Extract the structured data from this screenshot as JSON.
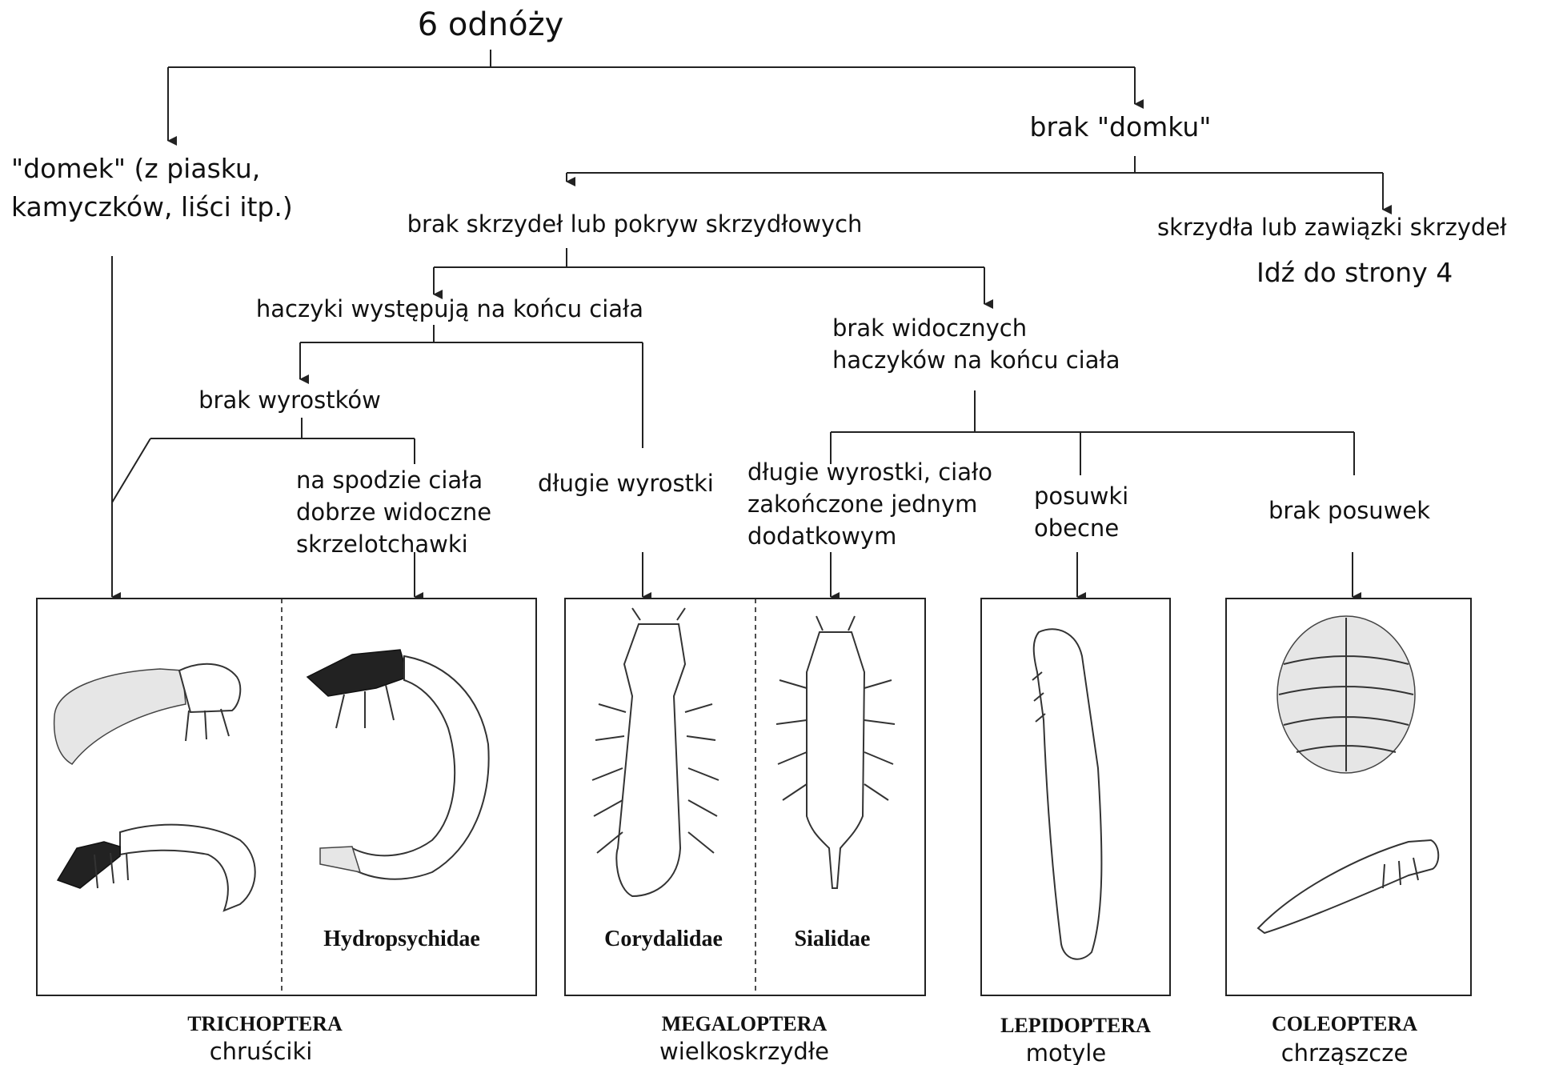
{
  "diagram": {
    "root": "6 odnóży",
    "branch_house": [
      "\"domek\" (z piasku,",
      "kamyczków, liści itp.)"
    ],
    "branch_no_house": "brak \"domku\"",
    "no_wings": "brak skrzydeł lub pokryw skrzydłowych",
    "wings": "skrzydła lub zawiązki skrzydeł",
    "go_to_page": "Idź do strony 4",
    "hooks_present": "haczyki występują na końcu ciała",
    "hooks_absent": [
      "brak widocznych",
      "haczyków na końcu ciała"
    ],
    "no_processes": "brak wyrostków",
    "gills": [
      "na spodzie ciała",
      "dobrze widoczne",
      "skrzelotchawki"
    ],
    "long_processes": "długie wyrostki",
    "long_processes_single": [
      "długie wyrostki, ciało",
      "zakończone jednym",
      "dodatkowym"
    ],
    "prolegs_present": [
      "posuwki",
      "obecne"
    ],
    "prolegs_absent": "brak posuwek"
  },
  "families": {
    "hydropsychidae": "Hydropsychidae",
    "corydalidae": "Corydalidae",
    "sialidae": "Sialidae"
  },
  "orders": [
    {
      "latin": "TRICHOPTERA",
      "polish": "chruściki"
    },
    {
      "latin": "MEGALOPTERA",
      "polish": "wielkoskrzydłe"
    },
    {
      "latin": "LEPIDOPTERA",
      "polish": "motyle"
    },
    {
      "latin": "COLEOPTERA",
      "polish": "chrząszcze"
    }
  ],
  "icons": {
    "cased_caddis": "cased-caddisfly-larva-icon",
    "free_caddis": "free-living-caddisfly-larva-icon",
    "hydropsychid": "hydropsychid-larva-icon",
    "corydalid": "corydalid-larva-icon",
    "sialid": "sialid-larva-icon",
    "caterpillar": "aquatic-caterpillar-icon",
    "beetle_larva_flat": "water-penny-larva-icon",
    "beetle_larva_slender": "beetle-larva-icon"
  }
}
